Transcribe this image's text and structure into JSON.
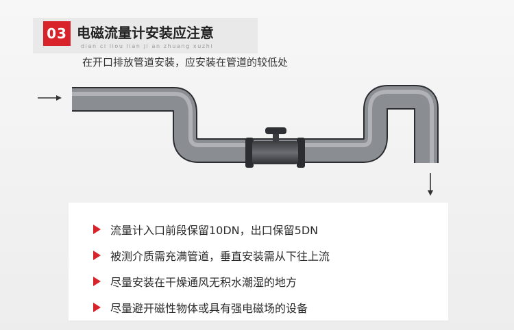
{
  "header": {
    "number": "03",
    "title": "电磁流量计安装应注意",
    "pinyin": "dian ci liou lian ji an zhuang xuzhi",
    "subtitle": "在开口排放管道安装，应安装在管道的较低处"
  },
  "notes": [
    "流量计入口前段保留10DN，出口保留5DN",
    "被测介质需充满管道，垂直安装需从下往上流",
    "尽量安装在干燥通风无积水潮湿的地方",
    "尽量避开磁性物体或具有强电磁场的设备"
  ],
  "colors": {
    "accent": "#d8232a",
    "pipe": "#8a8d92",
    "text": "#2b2b2b"
  }
}
